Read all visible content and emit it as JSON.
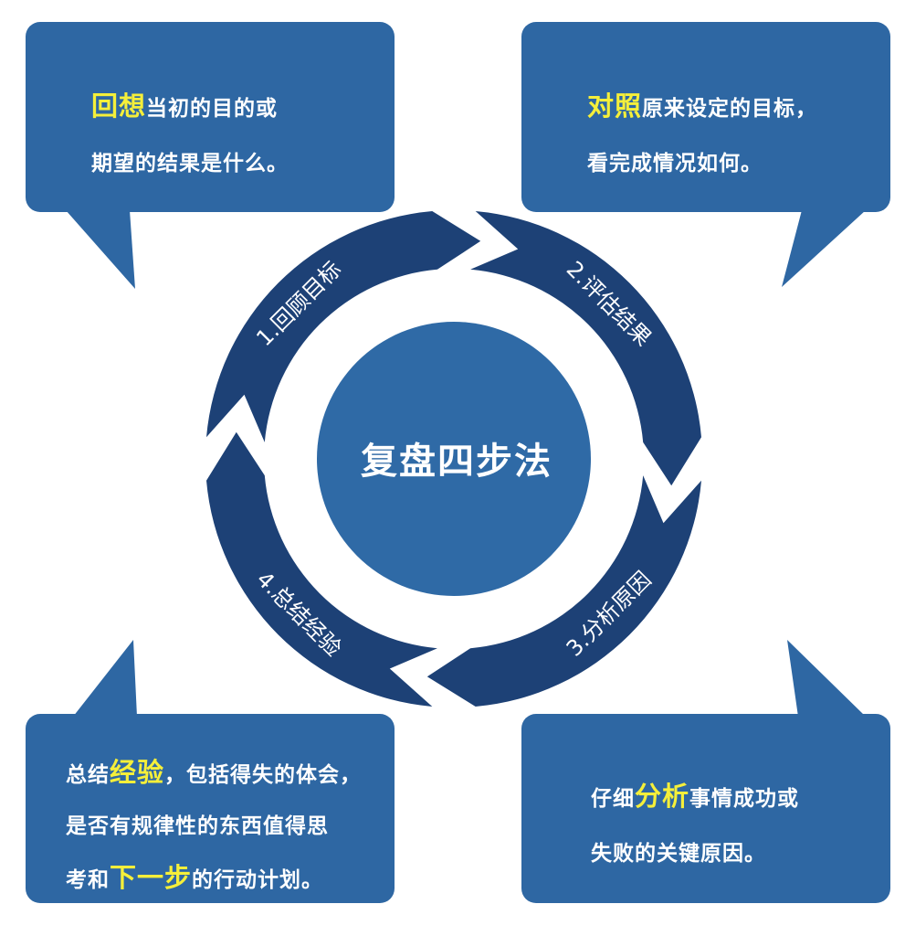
{
  "center": {
    "title": "复盘四步法"
  },
  "steps": [
    {
      "label": "1.回顾目标"
    },
    {
      "label": "2.评估结果"
    },
    {
      "label": "3.分析原因"
    },
    {
      "label": "4.总结经验"
    }
  ],
  "boxes": {
    "top_left": {
      "line1_highlight": "回想",
      "line1_rest": "当初的目的或",
      "line2": "期望的结果是什么。"
    },
    "top_right": {
      "line1_highlight": "对照",
      "line1_rest": "原来设定的目标，",
      "line2": "看完成情况如何。"
    },
    "bottom_left": {
      "line1_pre": "总结",
      "line1_highlight": "经验",
      "line1_rest": "，包括得失的体会，",
      "line2": "是否有规律性的东西值得思",
      "line3_pre": "考和",
      "line3_highlight": "下一步",
      "line3_rest": "的行动计划。"
    },
    "bottom_right": {
      "line1_pre": "仔细",
      "line1_highlight": "分析",
      "line1_rest": "事情成功或",
      "line2": "失败的关键原因。"
    }
  },
  "colors": {
    "box_blue": "#2e67a3",
    "ring_dark": "#1d4176",
    "center_blue": "#2f6aa6",
    "highlight_yellow": "#f5ef3a"
  }
}
